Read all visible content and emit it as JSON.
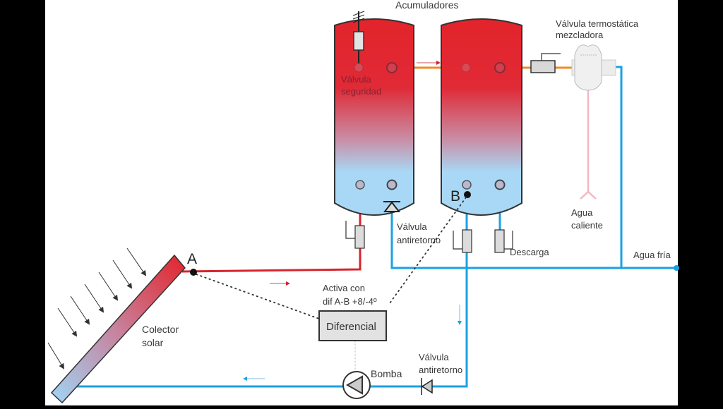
{
  "diagram": {
    "title": "Acumuladores",
    "labels": {
      "safety_valve": [
        "Válvula",
        "seguridad"
      ],
      "thermostatic_valve": [
        "Válvula termostática",
        "mezcladora"
      ],
      "check_valve_tank": [
        "Válvula",
        "antiretorno"
      ],
      "drain": "Descarga",
      "hot_water": [
        "Agua",
        "caliente"
      ],
      "cold_water": "Agua fría",
      "collector": [
        "Colector",
        "solar"
      ],
      "activation": [
        "Activa con",
        "dif A-B  +8/-4º"
      ],
      "controller": "Diferencial",
      "pump": "Bomba",
      "check_valve_pump": [
        "Válvula",
        "antiretorno"
      ],
      "sensor_a": "A",
      "sensor_b": "B"
    },
    "colors": {
      "hot": "#e3242b",
      "cold": "#1ba1e2",
      "cold_fill": "#a8d8f5",
      "orange_pipe": "#f08a24",
      "pink_pipe": "#f2b8c0",
      "component_gray": "#d8d8d8",
      "outline": "#333333",
      "frame": "#000000",
      "canvas": "#ffffff"
    }
  }
}
